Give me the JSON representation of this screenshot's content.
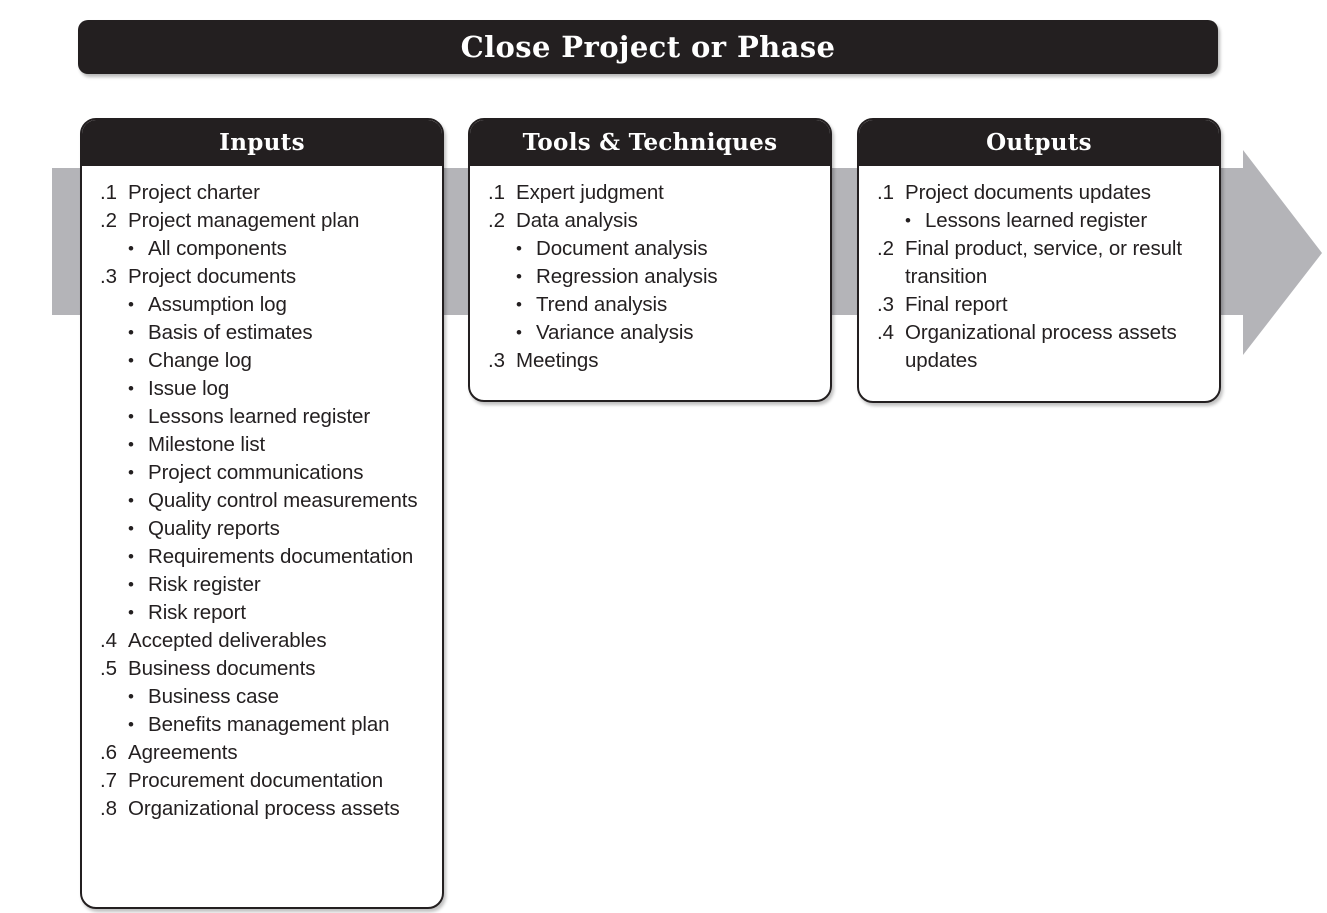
{
  "title": "Close Project or Phase",
  "colors": {
    "dark": "#231f20",
    "arrow_gray": "#b4b4b8",
    "paper": "#ffffff"
  },
  "arrow": {
    "name": "process-flow-arrow",
    "direction": "right"
  },
  "columns": [
    {
      "id": "inputs",
      "header": "Inputs",
      "items": [
        {
          "type": "numbered",
          "marker": ".1",
          "label": "Project charter"
        },
        {
          "type": "numbered",
          "marker": ".2",
          "label": "Project management plan"
        },
        {
          "type": "bullet",
          "marker": "•",
          "label": "All components"
        },
        {
          "type": "numbered",
          "marker": ".3",
          "label": "Project documents"
        },
        {
          "type": "bullet",
          "marker": "•",
          "label": "Assumption log"
        },
        {
          "type": "bullet",
          "marker": "•",
          "label": "Basis of estimates"
        },
        {
          "type": "bullet",
          "marker": "•",
          "label": "Change log"
        },
        {
          "type": "bullet",
          "marker": "•",
          "label": "Issue log"
        },
        {
          "type": "bullet",
          "marker": "•",
          "label": "Lessons learned register"
        },
        {
          "type": "bullet",
          "marker": "•",
          "label": "Milestone list"
        },
        {
          "type": "bullet",
          "marker": "•",
          "label": "Project communications"
        },
        {
          "type": "bullet",
          "marker": "•",
          "label": "Quality control measurements"
        },
        {
          "type": "bullet",
          "marker": "•",
          "label": "Quality reports"
        },
        {
          "type": "bullet",
          "marker": "•",
          "label": "Requirements documentation"
        },
        {
          "type": "bullet",
          "marker": "•",
          "label": "Risk register"
        },
        {
          "type": "bullet",
          "marker": "•",
          "label": "Risk report"
        },
        {
          "type": "numbered",
          "marker": ".4",
          "label": "Accepted deliverables"
        },
        {
          "type": "numbered",
          "marker": ".5",
          "label": "Business documents"
        },
        {
          "type": "bullet",
          "marker": "•",
          "label": "Business case"
        },
        {
          "type": "bullet",
          "marker": "•",
          "label": "Benefits management plan"
        },
        {
          "type": "numbered",
          "marker": ".6",
          "label": "Agreements"
        },
        {
          "type": "numbered",
          "marker": ".7",
          "label": "Procurement documentation"
        },
        {
          "type": "numbered",
          "marker": ".8",
          "label": "Organizational process assets"
        }
      ]
    },
    {
      "id": "tools",
      "header": "Tools & Techniques",
      "items": [
        {
          "type": "numbered",
          "marker": ".1",
          "label": "Expert judgment"
        },
        {
          "type": "numbered",
          "marker": ".2",
          "label": "Data analysis"
        },
        {
          "type": "bullet",
          "marker": "•",
          "label": "Document analysis"
        },
        {
          "type": "bullet",
          "marker": "•",
          "label": "Regression analysis"
        },
        {
          "type": "bullet",
          "marker": "•",
          "label": "Trend analysis"
        },
        {
          "type": "bullet",
          "marker": "•",
          "label": "Variance analysis"
        },
        {
          "type": "numbered",
          "marker": ".3",
          "label": "Meetings"
        }
      ]
    },
    {
      "id": "outputs",
      "header": "Outputs",
      "items": [
        {
          "type": "numbered",
          "marker": ".1",
          "label": "Project documents updates"
        },
        {
          "type": "bullet",
          "marker": "•",
          "label": "Lessons learned register"
        },
        {
          "type": "numbered",
          "marker": ".2",
          "label": "Final product, service, or result transition"
        },
        {
          "type": "numbered",
          "marker": ".3",
          "label": "Final report"
        },
        {
          "type": "numbered",
          "marker": ".4",
          "label": "Organizational process assets updates"
        }
      ]
    }
  ]
}
